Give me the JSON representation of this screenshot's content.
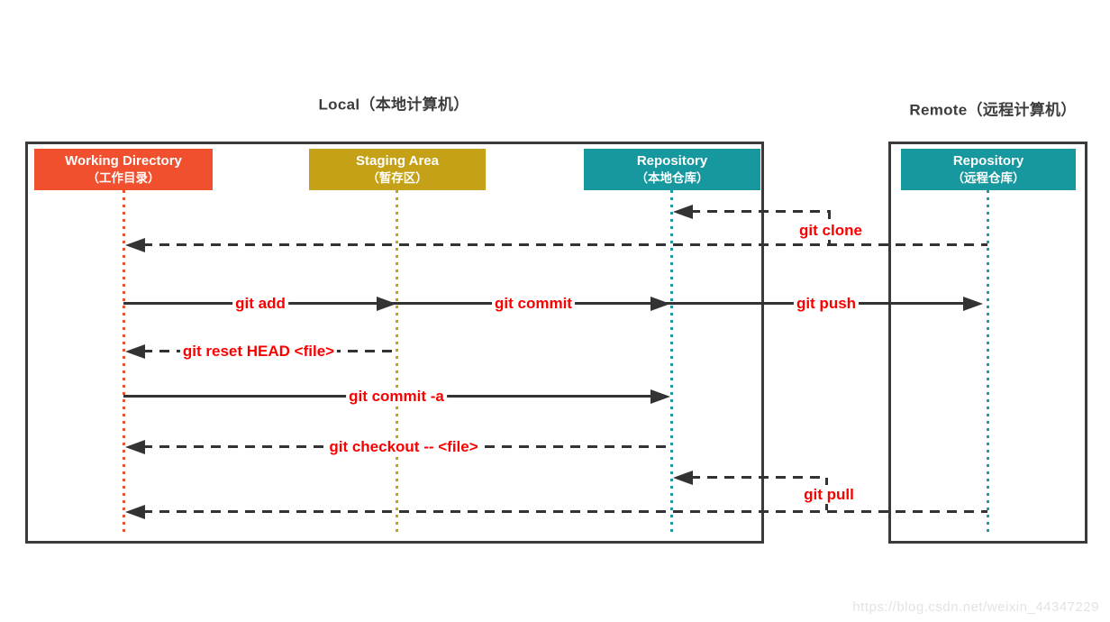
{
  "titles": {
    "local": "Local（本地计算机）",
    "remote": "Remote（远程计算机）"
  },
  "participants": {
    "working_directory": {
      "name": "Working Directory",
      "subtitle": "（工作目录）",
      "color": "#f1502f"
    },
    "staging_area": {
      "name": "Staging Area",
      "subtitle": "（暂存区）",
      "color": "#c5a117"
    },
    "local_repository": {
      "name": "Repository",
      "subtitle": "（本地仓库）",
      "color": "#16989e"
    },
    "remote_repository": {
      "name": "Repository",
      "subtitle": "（远程仓库）",
      "color": "#16989e"
    }
  },
  "commands": {
    "clone": "git clone",
    "add": "git add",
    "commit": "git commit",
    "push": "git push",
    "reset": "git reset HEAD <file>",
    "commit_a": "git commit -a",
    "checkout": "git checkout -- <file>",
    "pull": "git pull"
  },
  "colors": {
    "arrow": "#333333",
    "command_label": "#fb0000",
    "frame_border": "#3a3a3a",
    "working_directory": "#f1502f",
    "staging_area": "#c5a117",
    "repository": "#16989e"
  },
  "watermark": "https://blog.csdn.net/weixin_44347229"
}
